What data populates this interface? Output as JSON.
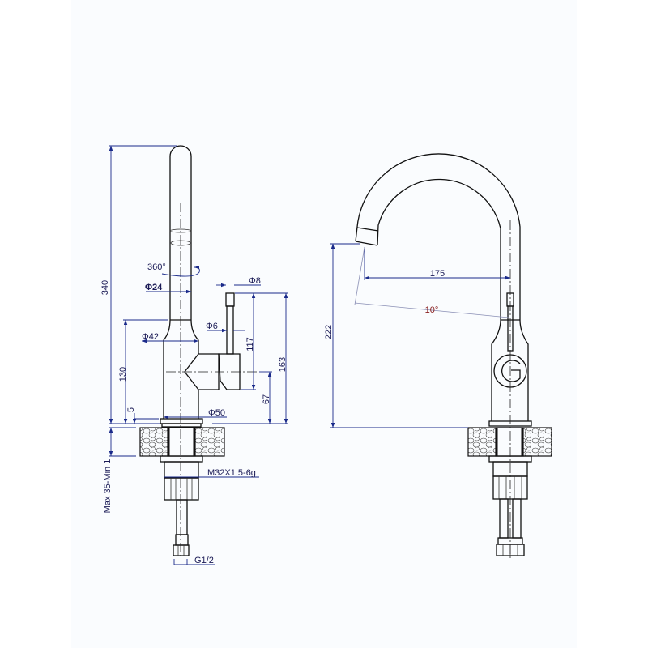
{
  "side_view": {
    "dim_height_total": "340",
    "dim_body_height": "130",
    "dim_base_ring": "5",
    "dim_lever_top_height": "163",
    "dim_lever_length": "117",
    "dim_lever_axis_height": "67",
    "dim_rotation": "360°",
    "dim_spout_diameter": "Φ24",
    "dim_body_diameter": "Φ42",
    "dim_base_diameter": "Φ50",
    "dim_lever_rod_diameter": "Φ6",
    "dim_lever_tip_diameter": "Φ8",
    "dim_countertop_thickness": "Max 35-Min 1",
    "dim_thread": "M32X1.5-6g",
    "dim_hose_connection": "G1/2"
  },
  "front_view": {
    "dim_spout_outlet_height": "222",
    "dim_spout_reach": "175",
    "dim_lever_angle": "10°"
  },
  "colors": {
    "dimension": "#1a2a8a",
    "outline": "#111111",
    "angle_label": "#8a2020"
  }
}
